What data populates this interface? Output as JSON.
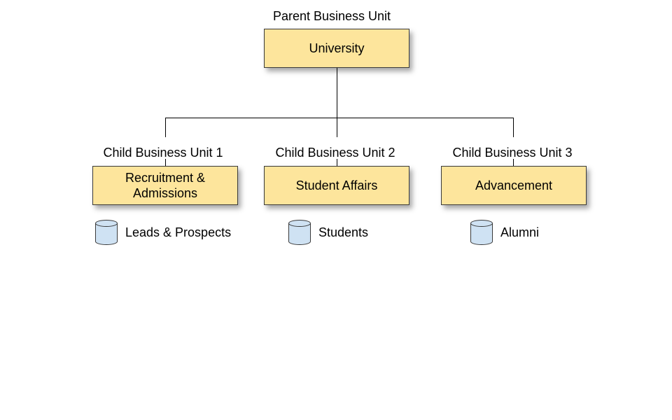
{
  "parent": {
    "caption": "Parent Business Unit",
    "name": "University"
  },
  "children": [
    {
      "caption": "Child Business Unit 1",
      "name": "Recruitment & Admissions",
      "database": "Leads & Prospects"
    },
    {
      "caption": "Child Business Unit 2",
      "name": "Student Affairs",
      "database": "Students"
    },
    {
      "caption": "Child Business Unit 3",
      "name": "Advancement",
      "database": "Alumni"
    }
  ],
  "colors": {
    "box_fill": "#fde59c",
    "box_border": "#3a3a3a",
    "database_fill": "#cfe2f3",
    "connector": "#000000"
  },
  "icons": {
    "database": "database-cylinder-icon"
  }
}
